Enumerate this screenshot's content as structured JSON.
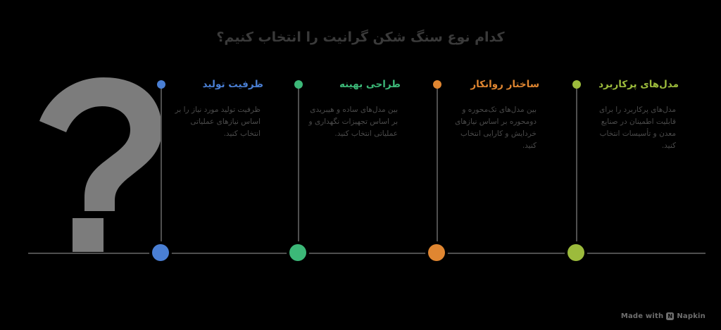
{
  "title": "کدام نوع سنگ شکن گرانیت را انتخاب کنیم؟",
  "graphic": {
    "question_mark_glyph": "?",
    "question_mark_color": "#7c7c7c"
  },
  "timeline": {
    "axis_color": "#4f4f4f",
    "milestones": [
      {
        "label": "ظرفیت تولید",
        "body": "ظرفیت تولید مورد نیاز را بر اساس نیازهای عملیاتی انتخاب کنید.",
        "color": "#4a7fd4",
        "dot_name": "milestone-dot-capacity"
      },
      {
        "label": "طراحی بهینه",
        "body": "بین مدل‌های ساده و هیبریدی بر اساس تجهیزات نگهداری و عملیاتی انتخاب کنید.",
        "color": "#3cb878",
        "dot_name": "milestone-dot-design"
      },
      {
        "label": "ساختار روانکار",
        "body": "بین مدل‌های تک‌محوره و دومحوره بر اساس نیازهای خردایش و کارایی انتخاب کنید.",
        "color": "#e08631",
        "dot_name": "milestone-dot-structure"
      },
      {
        "label": "مدل‌های پرکاربرد",
        "body": "مدل‌های پرکاربرد را برای قابلیت اطمینان در صنایع معدن و تأسیسات انتخاب کنید.",
        "color": "#9cbb3c",
        "dot_name": "milestone-dot-models"
      }
    ]
  },
  "footer": {
    "watermark_prefix": "Made with",
    "watermark_mark": "N",
    "watermark_brand": "Napkin"
  }
}
